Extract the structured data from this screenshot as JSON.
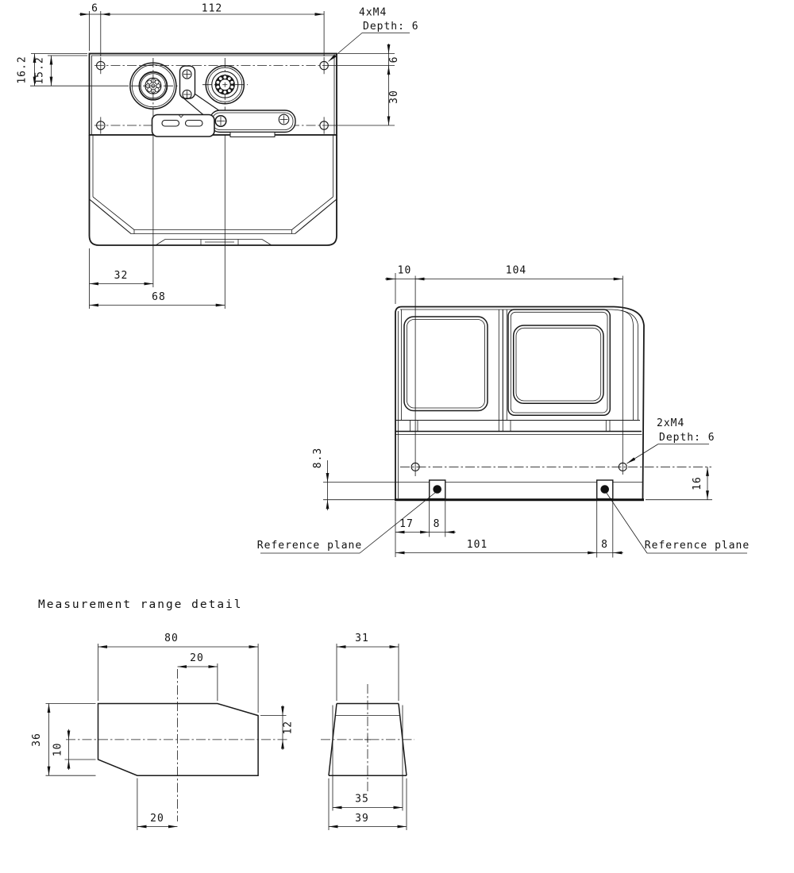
{
  "title": "Measurement range detail",
  "callouts": {
    "top_thread": "4xM4",
    "top_thread_depth": "Depth: 6",
    "front_thread": "2xM4",
    "front_thread_depth": "Depth: 6",
    "reference_plane_left": "Reference plane",
    "reference_plane_right": "Reference plane"
  },
  "top_view": {
    "edge_to_hole": "6",
    "hole_spacing": "112",
    "outer_top_to_center": "16.2",
    "inner_top_to_center": "15.2",
    "top_to_hole_row": "6",
    "hole_row_spacing": "30",
    "connector1_offset": "32",
    "connector2_offset": "68"
  },
  "front_view": {
    "edge_to_hole": "10",
    "hole_spacing": "104",
    "bottom_to_reference": "8.3",
    "centerline_to_reference": "16",
    "edge_to_pad": "17",
    "pad_width_left": "8",
    "edge_to_right_pad": "101",
    "pad_width_right": "8"
  },
  "range_front": {
    "width": "80",
    "near_offset": "20",
    "height": "36",
    "lower_half": "10",
    "far_height": "12",
    "bottom_offset": "20"
  },
  "range_side": {
    "near_width": "31",
    "mid_width": "35",
    "far_width": "39"
  }
}
